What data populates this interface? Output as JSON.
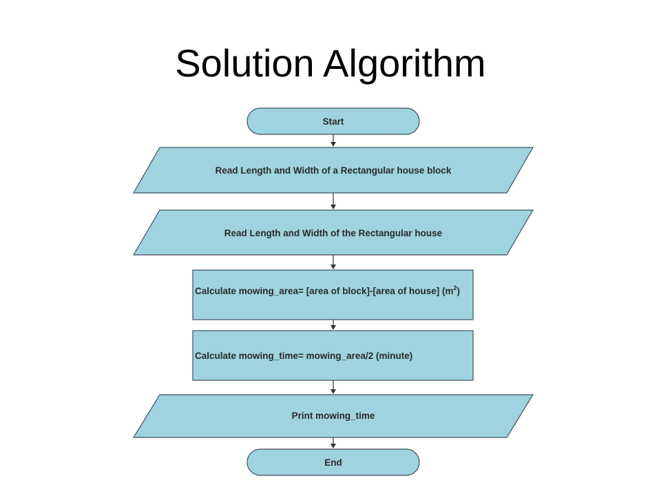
{
  "title": "Solution Algorithm",
  "colors": {
    "shape_fill": "#9fd3df",
    "shape_stroke": "#3f4f5f",
    "arrow": "#333333"
  },
  "flowchart": {
    "start": {
      "label": "Start"
    },
    "input_block": {
      "label": "Read Length and Width of a Rectangular house block"
    },
    "input_house": {
      "label": "Read Length and Width of the Rectangular house"
    },
    "calc_area": {
      "label": "Calculate mowing_area= [area of block]-[area of house] (m",
      "superscript": "2",
      "suffix": ")"
    },
    "calc_time": {
      "label": "Calculate mowing_time= mowing_area/2 (minute)"
    },
    "output": {
      "label": "Print mowing_time"
    },
    "end": {
      "label": "End"
    }
  }
}
